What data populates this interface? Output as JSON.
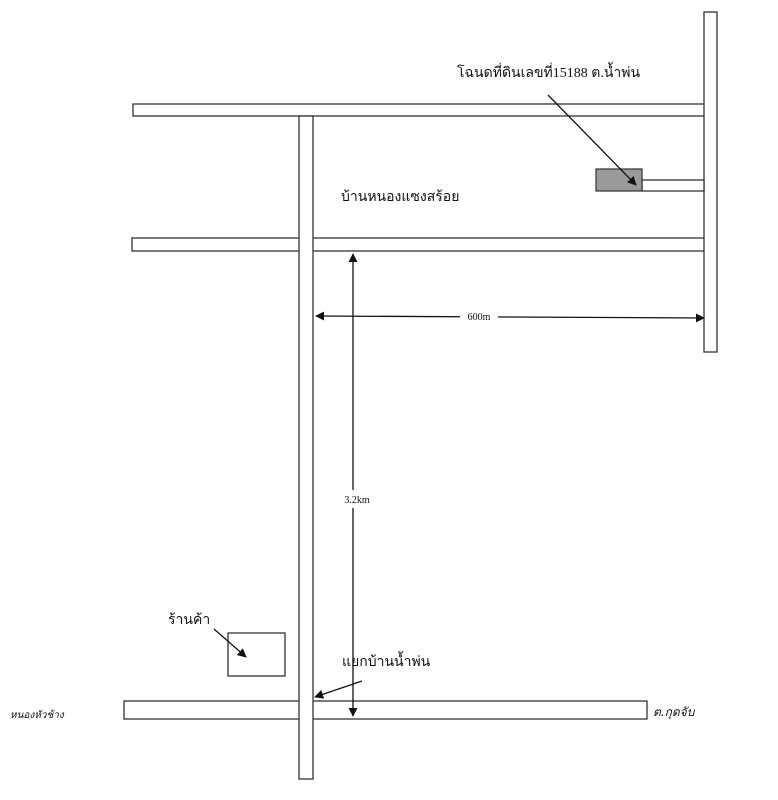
{
  "map": {
    "label_deed": "โฉนดที่ดินเลขที่15188 ต.น้ำพ่น",
    "label_village": "บ้านหนองแซงสร้อย",
    "label_distance_horizontal": "600m",
    "label_distance_vertical": "3.2km",
    "label_shop": "ร้านค้า",
    "label_junction": "แยกบ้านน้ำพ่น",
    "label_left_handwritten": "หนองหัวช้าง",
    "label_right_handwritten": "ต.กุดจับ"
  }
}
